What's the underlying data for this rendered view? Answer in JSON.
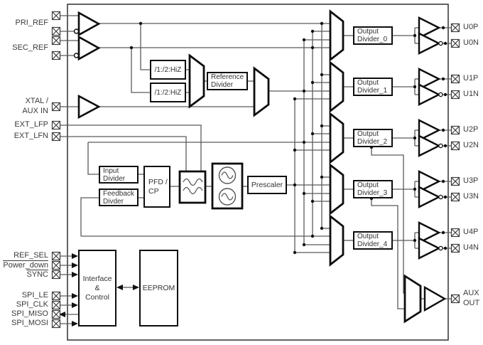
{
  "colors": {
    "wire": "#5a5a5a",
    "block_border": "#0d0d0d",
    "text": "#3b3b3b",
    "background": "#ffffff",
    "dot": "#111111"
  },
  "pins_left": {
    "pri_ref": "PRI_REF",
    "sec_ref": "SEC_REF",
    "xtal_1": "XTAL /",
    "xtal_2": "AUX IN",
    "ext_lfp": "EXT_LFP",
    "ext_lfn": "EXT_LFN",
    "ref_sel": "REF_SEL",
    "power_down": "Power_down",
    "sync": "SYNC",
    "spi_le": "SPI_LE",
    "spi_clk": "SPI_CLK",
    "spi_miso": "SPI_MISO",
    "spi_mosi": "SPI_MOSI"
  },
  "pins_right": {
    "u0p": "U0P",
    "u0n": "U0N",
    "u1p": "U1P",
    "u1n": "U1N",
    "u2p": "U2P",
    "u2n": "U2N",
    "u3p": "U3P",
    "u3n": "U3N",
    "u4p": "U4P",
    "u4n": "U4N",
    "aux_1": "AUX",
    "aux_2": "OUT"
  },
  "blocks": {
    "hiz_a": "/1:/2:HiZ",
    "hiz_b": "/1:/2:HiZ",
    "reference_divider": {
      "l1": "Reference",
      "l2": "Divider"
    },
    "input_divider": {
      "l1": "Input",
      "l2": "Divider"
    },
    "feedback_divider": {
      "l1": "Feedback",
      "l2": "Divder"
    },
    "pfd_cp": {
      "l1": "PFD /",
      "l2": "CP"
    },
    "prescaler": "Prescaler",
    "output_dividers": [
      {
        "l1": "Output",
        "l2": "Divider_0"
      },
      {
        "l1": "Output",
        "l2": "Divider_1"
      },
      {
        "l1": "Output",
        "l2": "Divider_2"
      },
      {
        "l1": "Output",
        "l2": "Divider_3"
      },
      {
        "l1": "Output",
        "l2": "Divider_4"
      }
    ],
    "interface_control": {
      "l1": "Interface",
      "l2": "&",
      "l3": "Control"
    },
    "eeprom": "EEPROM"
  }
}
